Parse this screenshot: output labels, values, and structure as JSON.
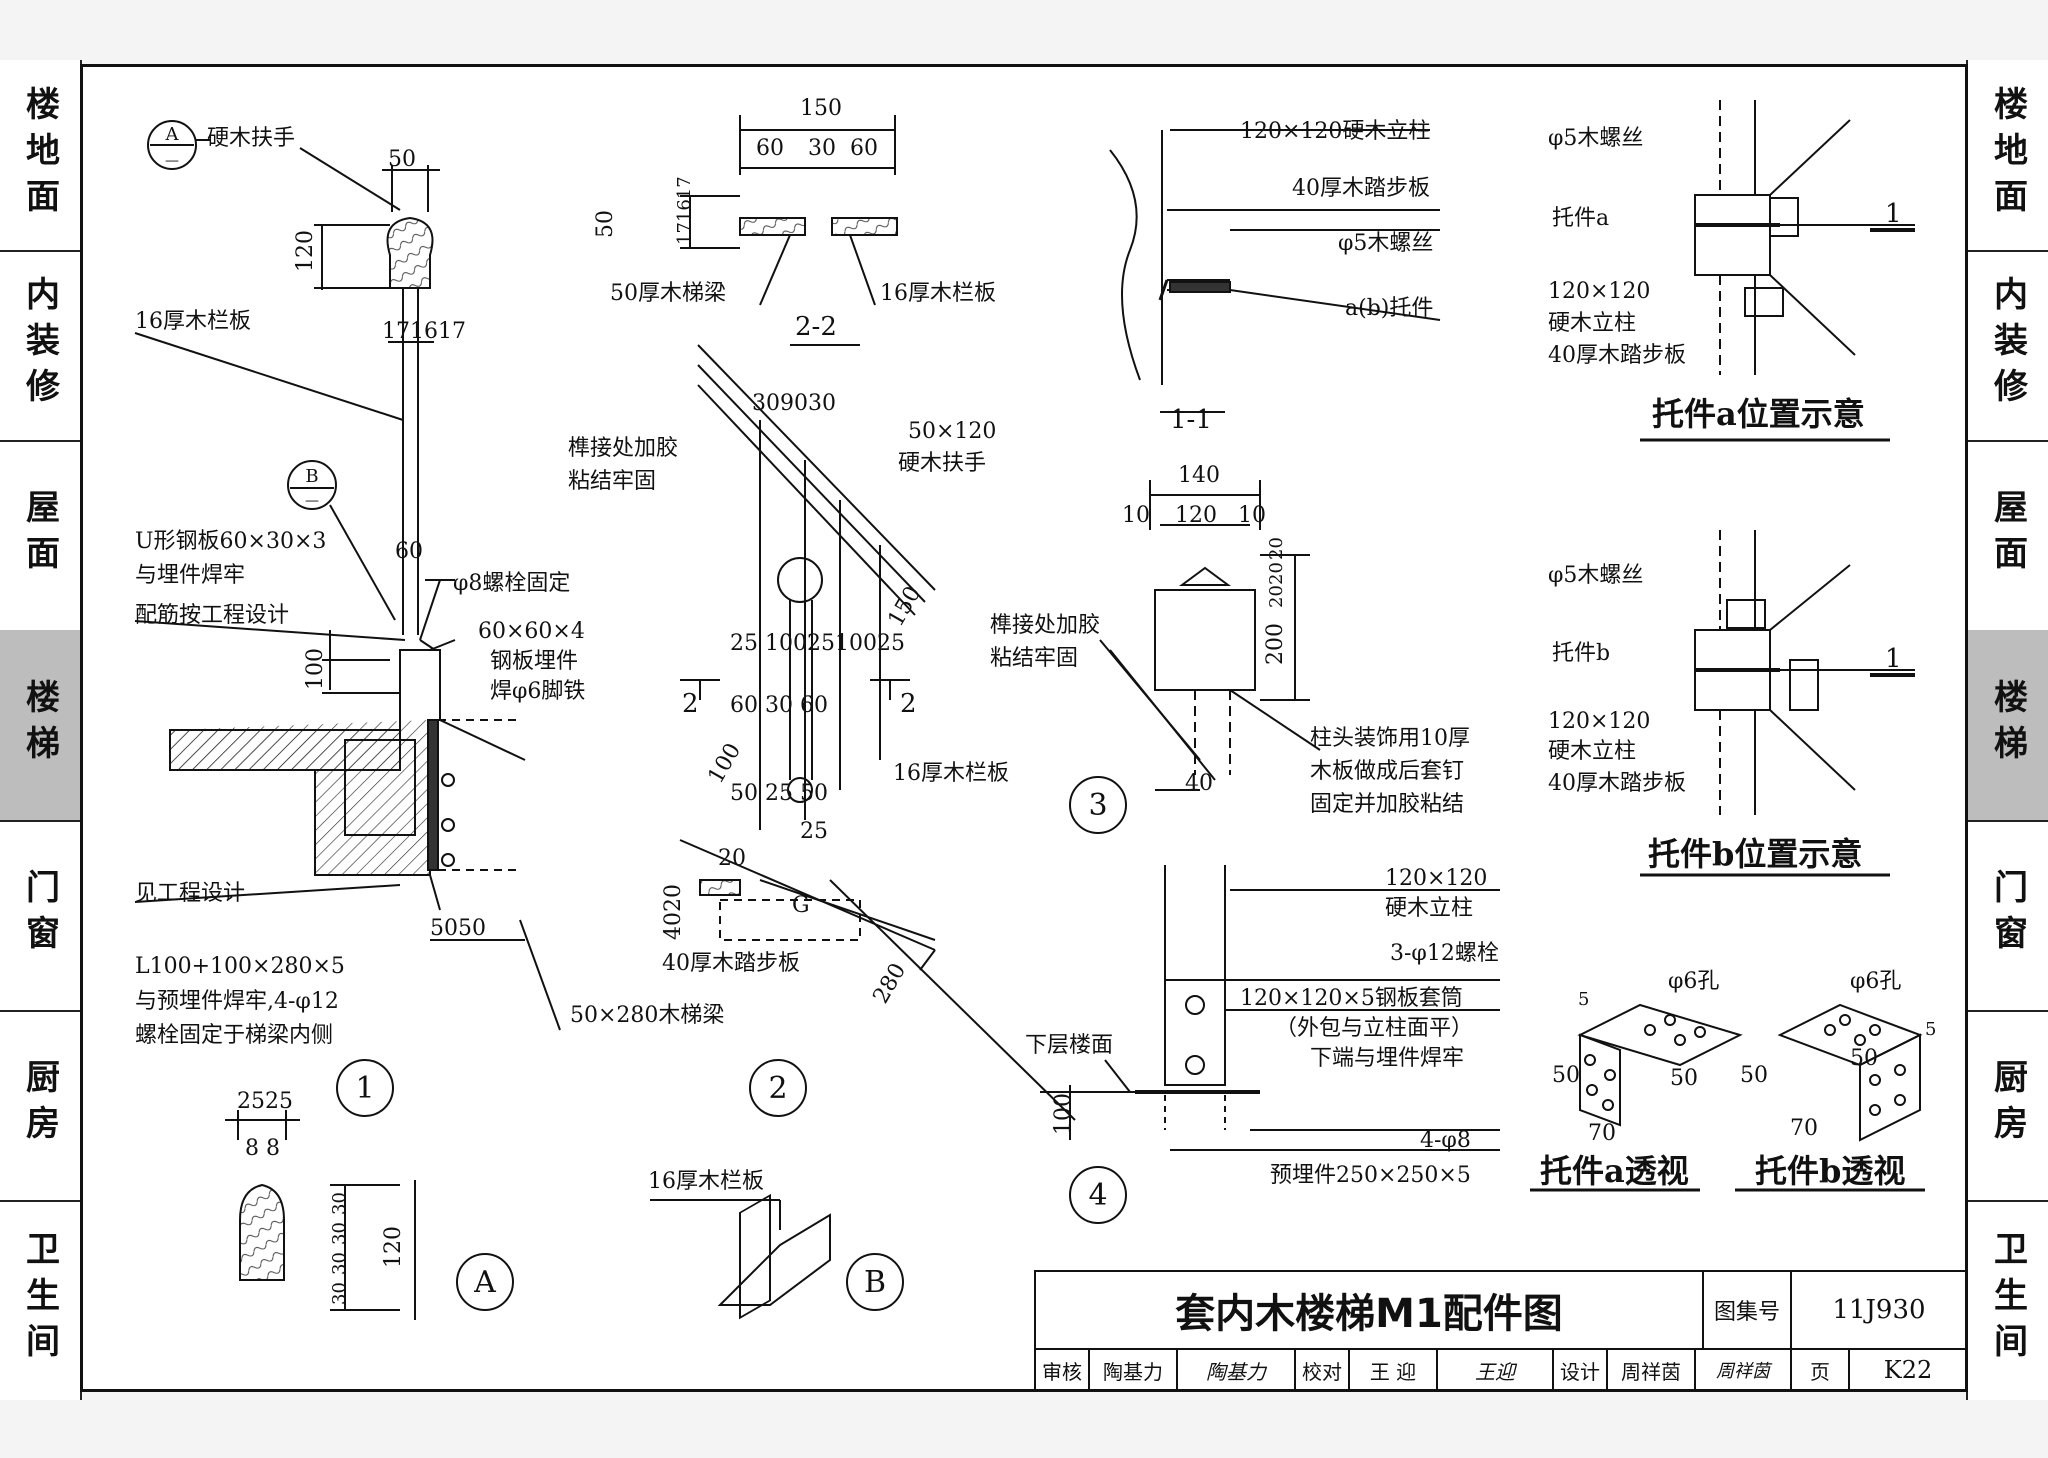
{
  "sidebar_left": [
    "楼地面",
    "内装修",
    "屋面",
    "楼梯",
    "门窗",
    "厨房",
    "卫生间"
  ],
  "sidebar_right": [
    "楼地面",
    "内装修",
    "屋面",
    "楼梯",
    "门窗",
    "厨房",
    "卫生间"
  ],
  "sidebar_active": "楼梯",
  "title_block": {
    "title": "套内木楼梯M1配件图",
    "atlas_label": "图集号",
    "atlas_no": "11J930",
    "page_label": "页",
    "page_no": "K22",
    "review_label": "审核",
    "reviewer": "陶基力",
    "reviewer_sign": "陶基力",
    "check_label": "校对",
    "checker": "王 迎",
    "checker_sign": "王迎",
    "design_label": "设计",
    "designer": "周祥茵",
    "designer_sign": "周祥茵"
  },
  "detail1": {
    "num": "1",
    "handrail_ref": "A",
    "handrail_ref_sub": "—",
    "handrail_label": "硬木扶手",
    "dim_50": "50",
    "dim_120": "120",
    "baluster_label": "16厚木栏板",
    "dim_171617": "171617",
    "ref_b": "B",
    "ref_b_sub": "—",
    "u_plate": "U形钢板60×30×3",
    "u_plate2": "与埋件焊牢",
    "rebar": "配筋按工程设计",
    "dim_60": "60",
    "bolt": "φ8螺栓固定",
    "plate": "60×60×4",
    "plate2": "钢板埋件",
    "plate3": "焊φ6脚铁",
    "dim_100": "100",
    "see_design": "见工程设计",
    "angle1": "L100+100×280×5",
    "angle2": "与预埋件焊牢,4-φ12",
    "angle3": "螺栓固定于梯梁内侧",
    "dim_5050": "5050",
    "beam": "50×280木梯梁"
  },
  "detail2": {
    "num": "2",
    "dim_150": "150",
    "dim_60a": "60",
    "dim_30": "30",
    "dim_60b": "60",
    "dim_50": "50",
    "dim_171617": "171617",
    "beam": "50厚木梯梁",
    "board": "16厚木栏板",
    "section": "2-2",
    "dim_309030": "309030",
    "glue1": "榫接处加胶",
    "glue2": "粘结牢固",
    "handrail1": "50×120",
    "handrail2": "硬木扶手",
    "dim_150b": "150",
    "dim_row1": "25 1002510025",
    "dim_row2": "60  30  60",
    "cut": "2",
    "dim_100": "100",
    "dim_502550": "50 25  50",
    "dim_25": "25",
    "baluster": "16厚木栏板",
    "dim_20": "20",
    "g": "G",
    "dim_4020": "4020",
    "tread": "40厚木踏步板",
    "dim_280": "280"
  },
  "detail3": {
    "num": "3",
    "post": "120×120硬木立柱",
    "tread": "40厚木踏步板",
    "screw": "φ5木螺丝",
    "bracket": "a(b)托件",
    "section": "1-1",
    "dim_140": "140",
    "dim_10a": "10",
    "dim_120": "120",
    "dim_10b": "10",
    "dim_20a": "20",
    "dim_20b": "20",
    "dim_20c": "20",
    "dim_200": "200",
    "glue1": "榫接处加胶",
    "glue2": "粘结牢固",
    "cap1": "柱头装饰用10厚",
    "cap2": "木板做成后套钉",
    "cap3": "固定并加胶粘结",
    "dim_40": "40"
  },
  "detail4": {
    "num": "4",
    "post1": "120×120",
    "post2": "硬木立柱",
    "bolts": "3-φ12螺栓",
    "sleeve1": "120×120×5钢板套筒",
    "sleeve2": "（外包与立柱面平）",
    "sleeve3": "下端与埋件焊牢",
    "floor": "下层楼面",
    "dim_100": "100",
    "anchors": "4-φ8",
    "embed": "预埋件250×250×5"
  },
  "bracket_a": {
    "screw": "φ5木螺丝",
    "bracket": "托件a",
    "post1": "120×120",
    "post2": "硬木立柱",
    "tread": "40厚木踏步板",
    "cut": "1",
    "caption": "托件a位置示意"
  },
  "bracket_b": {
    "screw": "φ5木螺丝",
    "bracket": "托件b",
    "post1": "120×120",
    "post2": "硬木立柱",
    "tread": "40厚木踏步板",
    "cut": "1",
    "caption": "托件b位置示意"
  },
  "persp_a": {
    "hole": "φ6孔",
    "d5": "5",
    "d50a": "50",
    "d50b": "50",
    "d70": "70",
    "caption": "托件a透视"
  },
  "persp_b": {
    "hole": "φ6孔",
    "d5": "5",
    "d50a": "50",
    "d50b": "50",
    "d70": "70",
    "caption": "托件b透视"
  },
  "detailA": {
    "num": "A",
    "d2525": "2525",
    "d88": "8 8",
    "d30a": "30",
    "d30b": "30",
    "d30c": "30",
    "d30d": "30",
    "d120": "120"
  },
  "detailB": {
    "num": "B",
    "board": "16厚木栏板"
  }
}
